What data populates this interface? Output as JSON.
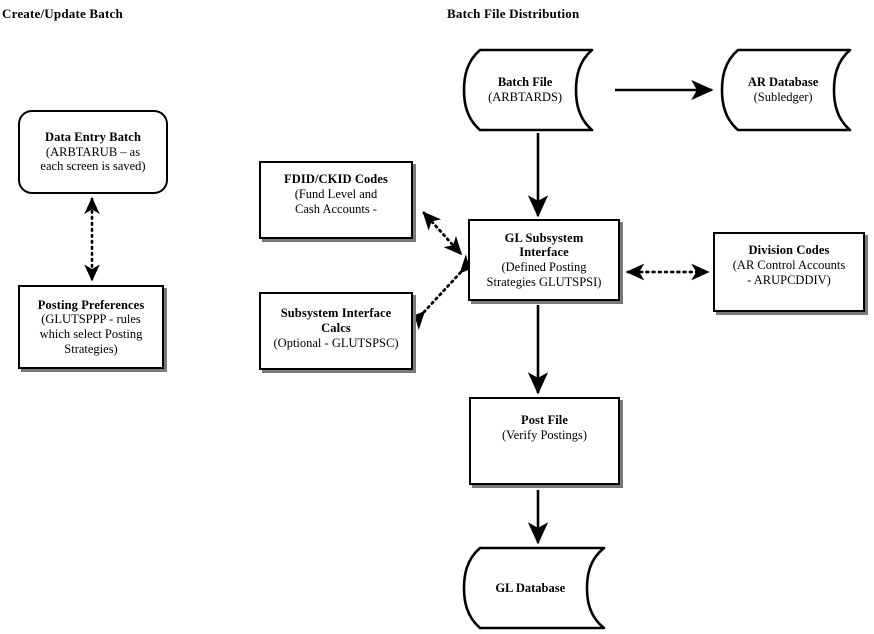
{
  "diagram": {
    "title_left": "Create/Update Batch",
    "title_right": "Batch File Distribution",
    "colors": {
      "stroke": "#000000",
      "background": "#ffffff",
      "shadow": "#7a7a7a"
    }
  },
  "nodes": {
    "data_entry_batch": {
      "title": "Data Entry Batch",
      "sub1": "(ARBTARUB – as",
      "sub2": "each screen is saved)",
      "shape": "rounded-rect"
    },
    "posting_preferences": {
      "title": "Posting Preferences",
      "sub1": "(GLUTSPPP - rules",
      "sub2": "which select Posting",
      "sub3": "Strategies)",
      "shape": "rect-shadow"
    },
    "fdid_ckid_codes": {
      "title": "FDID/CKID Codes",
      "sub1": "(Fund Level and",
      "sub2": "Cash Accounts -",
      "shape": "rect-shadow"
    },
    "subsystem_interface_calcs": {
      "title1": "Subsystem Interface",
      "title2": "Calcs",
      "sub1": "(Optional - GLUTSPSC)",
      "shape": "rect-shadow"
    },
    "batch_file": {
      "title": "Batch File",
      "sub1": "(ARBTARDS)",
      "shape": "cylinder"
    },
    "ar_database": {
      "title": "AR Database",
      "sub1": "(Subledger)",
      "shape": "cylinder"
    },
    "gl_subsystem_interface": {
      "title1": "GL Subsystem",
      "title2": "Interface",
      "sub1": "(Defined Posting",
      "sub2": "Strategies GLUTSPSI)",
      "shape": "rect-shadow"
    },
    "division_codes": {
      "title": "Division Codes",
      "sub1": "(AR Control Accounts",
      "sub2": "- ARUPCDDIV)",
      "shape": "rect-shadow"
    },
    "post_file": {
      "title": "Post File",
      "sub1": "(Verify Postings)",
      "shape": "rect-shadow"
    },
    "gl_database": {
      "title": "GL Database",
      "sub1": "",
      "shape": "cylinder"
    }
  },
  "connectors": [
    {
      "id": "data-entry-to-posting-preferences",
      "style": "dotted",
      "heads": "both",
      "from": "data_entry_batch",
      "to": "posting_preferences"
    },
    {
      "id": "batch-file-to-ar-database",
      "style": "solid",
      "heads": "end",
      "from": "batch_file",
      "to": "ar_database"
    },
    {
      "id": "batch-file-to-gl-subsystem-interface",
      "style": "solid",
      "heads": "end",
      "from": "batch_file",
      "to": "gl_subsystem_interface"
    },
    {
      "id": "fdid-ckid-to-gl-subsystem-interface",
      "style": "dotted",
      "heads": "both",
      "from": "fdid_ckid_codes",
      "to": "gl_subsystem_interface"
    },
    {
      "id": "subsystem-calcs-to-gl-subsystem-interface",
      "style": "dotted",
      "heads": "both",
      "from": "subsystem_interface_calcs",
      "to": "gl_subsystem_interface"
    },
    {
      "id": "division-codes-to-gl-subsystem-interface",
      "style": "dotted",
      "heads": "both",
      "from": "division_codes",
      "to": "gl_subsystem_interface"
    },
    {
      "id": "gl-subsystem-interface-to-post-file",
      "style": "solid",
      "heads": "end",
      "from": "gl_subsystem_interface",
      "to": "post_file"
    },
    {
      "id": "post-file-to-gl-database",
      "style": "solid",
      "heads": "end",
      "from": "post_file",
      "to": "gl_database"
    }
  ]
}
